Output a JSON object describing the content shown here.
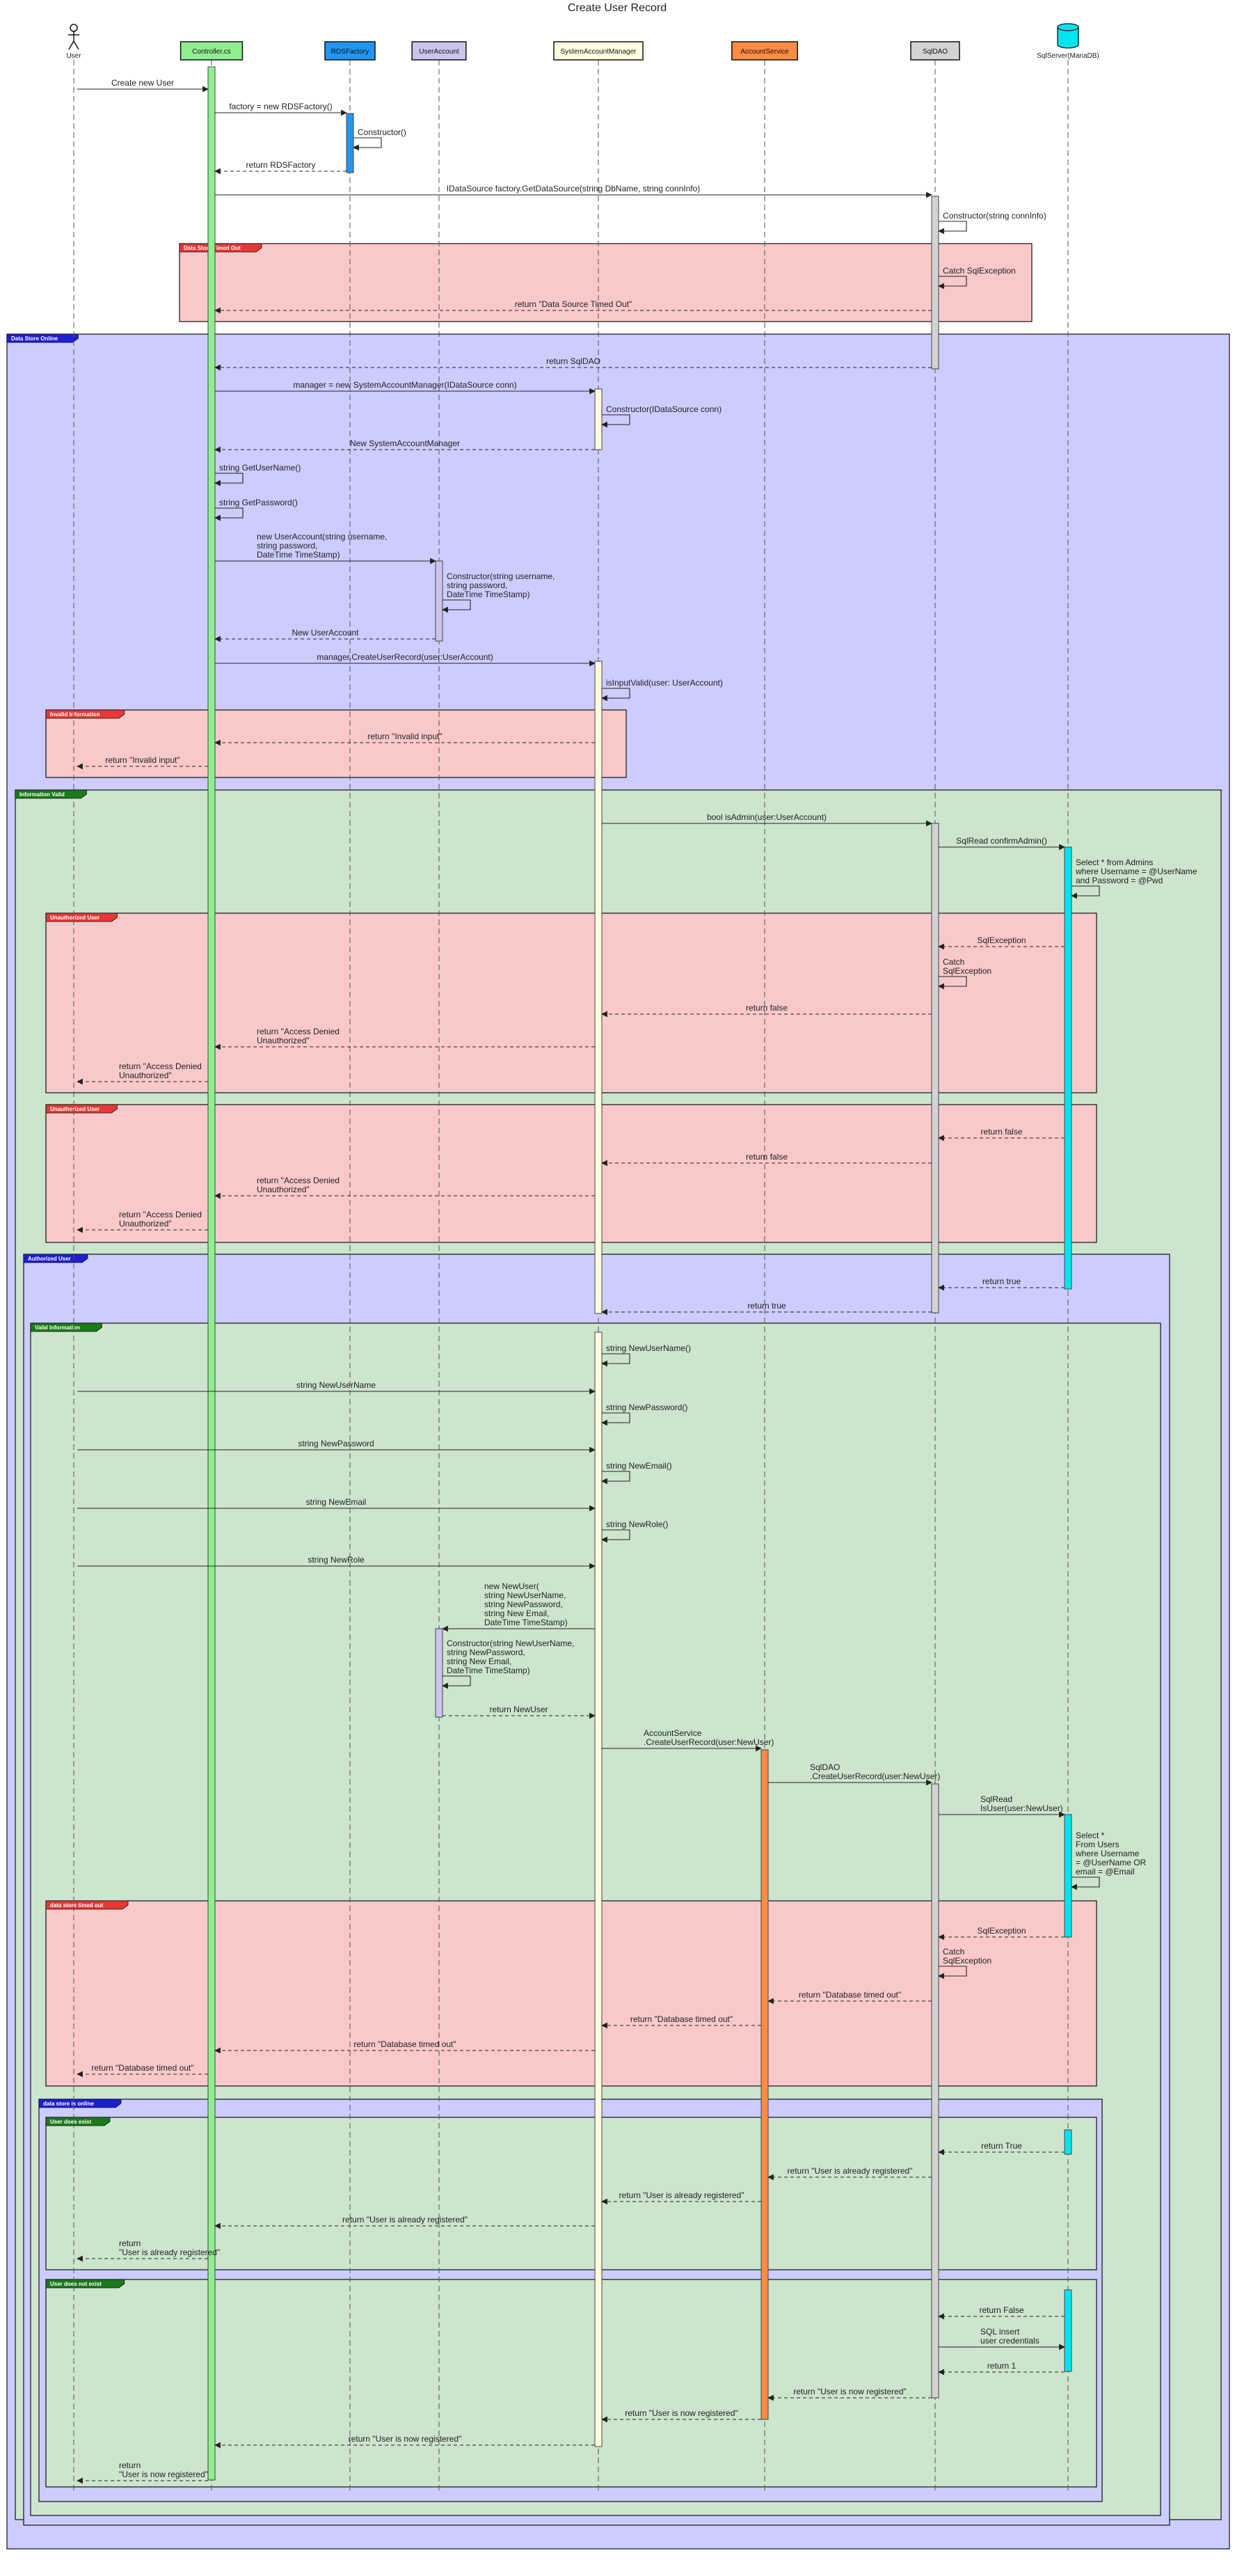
{
  "title": "Create User Record",
  "participants": [
    {
      "id": "user",
      "label": "User",
      "kind": "actor"
    },
    {
      "id": "ctrl",
      "label": "Controller.cs",
      "color": "#90ee90"
    },
    {
      "id": "rds",
      "label": "RDSFactory",
      "color": "#2196f3"
    },
    {
      "id": "ua",
      "label": "UserAccount",
      "color": "#c9c5ec"
    },
    {
      "id": "sam",
      "label": "SystemAccountManager",
      "color": "#ffffe0"
    },
    {
      "id": "as",
      "label": "AccountService",
      "color": "#ff8c42"
    },
    {
      "id": "dao",
      "label": "SqlDAO",
      "color": "#d3d3d3"
    },
    {
      "id": "db",
      "label": "SqlServer(MariaDB)",
      "kind": "database",
      "color": "#00e5ee"
    }
  ],
  "fragments": [
    {
      "label": "Data Store Timed Out",
      "color": "#f9c9c9",
      "tag": "#e53935"
    },
    {
      "label": "Data Store Online",
      "color": "#ccccff",
      "tag": "#1e1ed2"
    },
    {
      "label": "Invalid Information",
      "color": "#f9c9c9",
      "tag": "#e53935"
    },
    {
      "label": "Information Valid",
      "color": "#cce5cc",
      "tag": "#1b7a1b"
    },
    {
      "label": "Unauthorized User",
      "color": "#f9c9c9",
      "tag": "#e53935"
    },
    {
      "label": "Unauthorized User",
      "color": "#f9c9c9",
      "tag": "#e53935"
    },
    {
      "label": "Authorized User",
      "color": "#ccccff",
      "tag": "#1e1ed2"
    },
    {
      "label": "Valid Information",
      "color": "#cce5cc",
      "tag": "#1b7a1b"
    },
    {
      "label": "data store timed out",
      "color": "#f9c9c9",
      "tag": "#e53935"
    },
    {
      "label": "data store is online",
      "color": "#ccccff",
      "tag": "#1e1ed2"
    },
    {
      "label": "User does exist",
      "color": "#cce5cc",
      "tag": "#1b7a1b"
    },
    {
      "label": "User does not exist",
      "color": "#cce5cc",
      "tag": "#1b7a1b"
    }
  ],
  "messages": [
    [
      "Create new User"
    ],
    [
      "factory = new RDSFactory()"
    ],
    [
      "Constructor()"
    ],
    [
      "return RDSFactory"
    ],
    [
      "IDataSource factory.GetDataSource(string DbName, string connInfo)"
    ],
    [
      "Constructor(string connInfo)"
    ],
    [
      "Catch SqlException"
    ],
    [
      "return \"Data Source Timed Out\""
    ],
    [
      "return SqlDAO"
    ],
    [
      "manager = new SystemAccountManager(IDataSource conn)"
    ],
    [
      "Constructor(IDataSource conn)"
    ],
    [
      "New SystemAccountManager"
    ],
    [
      "string GetUserName()"
    ],
    [
      "string GetPassword()"
    ],
    [
      "new UserAccount(string username,",
      "string password,",
      "DateTime TimeStamp)"
    ],
    [
      "Constructor(string username,",
      "string password,",
      "DateTime TimeStamp)"
    ],
    [
      "New UserAccount"
    ],
    [
      "manager.CreateUserRecord(user:UserAccount)"
    ],
    [
      "isInputValid(user: UserAccount)"
    ],
    [
      "return \"Invalid input\""
    ],
    [
      "return \"Invalid input\""
    ],
    [
      "bool isAdmin(user:UserAccount)"
    ],
    [
      "SqlRead confirmAdmin()"
    ],
    [
      "Select * from Admins",
      "where Username = @UserName",
      "and Password = @Pwd"
    ],
    [
      "SqlException"
    ],
    [
      "Catch",
      "SqlException"
    ],
    [
      "return false"
    ],
    [
      "return \"Access Denied",
      "Unauthorized\""
    ],
    [
      "return \"Access Denied",
      "Unauthorized\""
    ],
    [
      "return false"
    ],
    [
      "return false"
    ],
    [
      "return \"Access Denied",
      "Unauthorized\""
    ],
    [
      "return \"Access Denied",
      "Unauthorized\""
    ],
    [
      "return true"
    ],
    [
      "return true"
    ],
    [
      "string NewUserName()"
    ],
    [
      "string NewUserName"
    ],
    [
      "string NewPassword()"
    ],
    [
      "string NewPassword"
    ],
    [
      "string NewEmail()"
    ],
    [
      "string NewEmail"
    ],
    [
      "string NewRole()"
    ],
    [
      "string NewRole"
    ],
    [
      "new NewUser(",
      "string NewUserName,",
      "string NewPassword,",
      "string New Email,",
      "DateTime TimeStamp)"
    ],
    [
      "Constructor(string NewUserName,",
      "string NewPassword,",
      "string New Email,",
      "DateTime TimeStamp)"
    ],
    [
      "return NewUser"
    ],
    [
      "AccountService",
      ".CreateUserRecord(user:NewUser)"
    ],
    [
      "SqlDAO",
      ".CreateUserRecord(user:NewUser)"
    ],
    [
      "SqlRead",
      "IsUser(user:NewUser)"
    ],
    [
      "Select *",
      "From Users",
      "where Username",
      "= @UserName OR",
      "email = @Email"
    ],
    [
      "SqlException"
    ],
    [
      "Catch",
      "SqlException"
    ],
    [
      "return \"Database timed out\""
    ],
    [
      "return \"Database timed out\""
    ],
    [
      "return \"Database timed out\""
    ],
    [
      "return \"Database timed out\""
    ],
    [
      "return True"
    ],
    [
      "return \"User is already registered\""
    ],
    [
      "return \"User is already registered\""
    ],
    [
      "return \"User is already registered\""
    ],
    [
      "return",
      "\"User is already registered\""
    ],
    [
      "return False"
    ],
    [
      "SQL insert",
      "user credentials"
    ],
    [
      "return 1"
    ],
    [
      "return \"User is now registered\""
    ],
    [
      "return \"User is now registered\""
    ],
    [
      "return \"User is now registered\""
    ],
    [
      "return",
      "\"User is now registered\""
    ]
  ]
}
